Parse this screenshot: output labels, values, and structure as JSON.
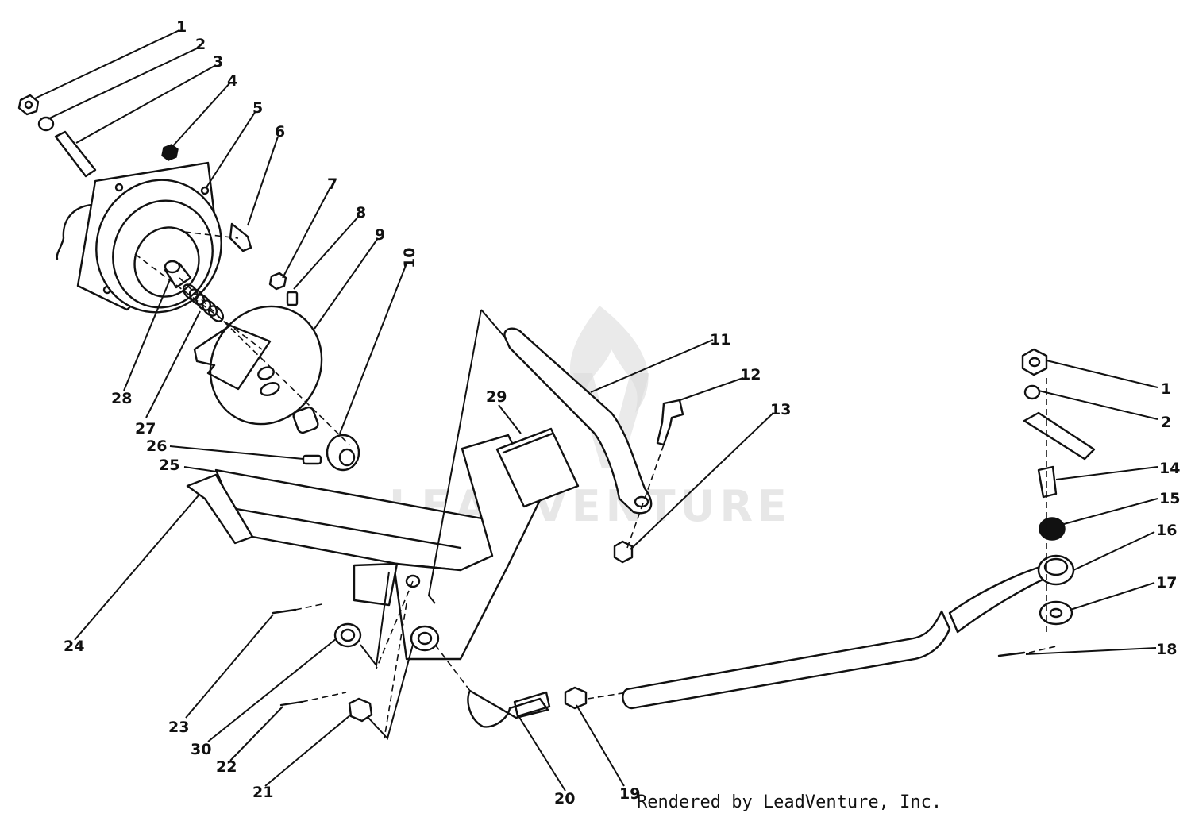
{
  "diagram": {
    "callouts": [
      {
        "id": "c1a",
        "text": "1"
      },
      {
        "id": "c2a",
        "text": "2"
      },
      {
        "id": "c3",
        "text": "3"
      },
      {
        "id": "c4",
        "text": "4"
      },
      {
        "id": "c5",
        "text": "5"
      },
      {
        "id": "c6",
        "text": "6"
      },
      {
        "id": "c7",
        "text": "7"
      },
      {
        "id": "c8",
        "text": "8"
      },
      {
        "id": "c9",
        "text": "9"
      },
      {
        "id": "c10",
        "text": "10"
      },
      {
        "id": "c11",
        "text": "11"
      },
      {
        "id": "c12",
        "text": "12"
      },
      {
        "id": "c13",
        "text": "13"
      },
      {
        "id": "c1b",
        "text": "1"
      },
      {
        "id": "c2b",
        "text": "2"
      },
      {
        "id": "c14",
        "text": "14"
      },
      {
        "id": "c15",
        "text": "15"
      },
      {
        "id": "c16",
        "text": "16"
      },
      {
        "id": "c17",
        "text": "17"
      },
      {
        "id": "c18",
        "text": "18"
      },
      {
        "id": "c19",
        "text": "19"
      },
      {
        "id": "c20",
        "text": "20"
      },
      {
        "id": "c21",
        "text": "21"
      },
      {
        "id": "c22",
        "text": "22"
      },
      {
        "id": "c23",
        "text": "23"
      },
      {
        "id": "c24",
        "text": "24"
      },
      {
        "id": "c25",
        "text": "25"
      },
      {
        "id": "c26",
        "text": "26"
      },
      {
        "id": "c27",
        "text": "27"
      },
      {
        "id": "c28",
        "text": "28"
      },
      {
        "id": "c29",
        "text": "29"
      },
      {
        "id": "c30",
        "text": "30"
      }
    ]
  },
  "watermark": {
    "text": "LEADVENTURE"
  },
  "footer": {
    "credit": "Rendered by LeadVenture, Inc."
  }
}
